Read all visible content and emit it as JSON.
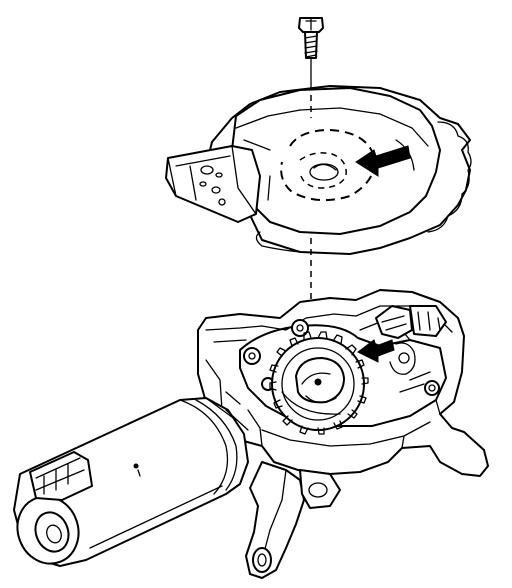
{
  "figure": {
    "background": "#ffffff",
    "line_color": "#000000",
    "parts": [
      {
        "name": "screw",
        "icon": "screw-icon"
      },
      {
        "name": "cover",
        "icon": "cover-icon"
      },
      {
        "name": "gearbox-housing",
        "icon": "gearbox-housing-icon"
      },
      {
        "name": "gear",
        "icon": "gear-icon"
      },
      {
        "name": "motor",
        "icon": "motor-icon"
      },
      {
        "name": "mounting-arm",
        "icon": "mounting-arm-icon"
      }
    ],
    "arrows": [
      {
        "name": "cover-arrow",
        "icon": "arrow-icon"
      },
      {
        "name": "housing-arrow",
        "icon": "arrow-icon"
      }
    ]
  }
}
